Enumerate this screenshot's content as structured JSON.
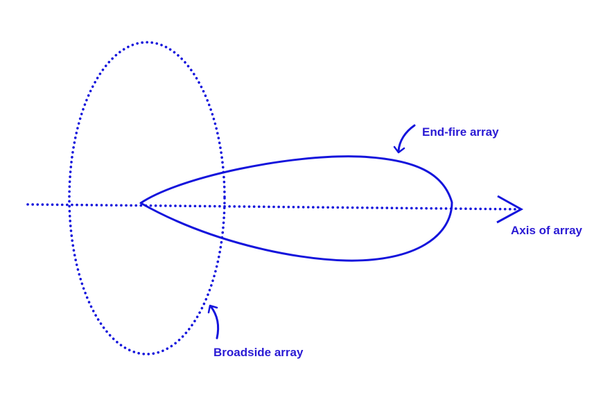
{
  "colors": {
    "stroke": "#1414dc",
    "label": "#2a1ad4",
    "background": "#ffffff"
  },
  "labels": {
    "endfire": "End-fire array",
    "broadside": "Broadside array",
    "axis": "Axis of array"
  }
}
